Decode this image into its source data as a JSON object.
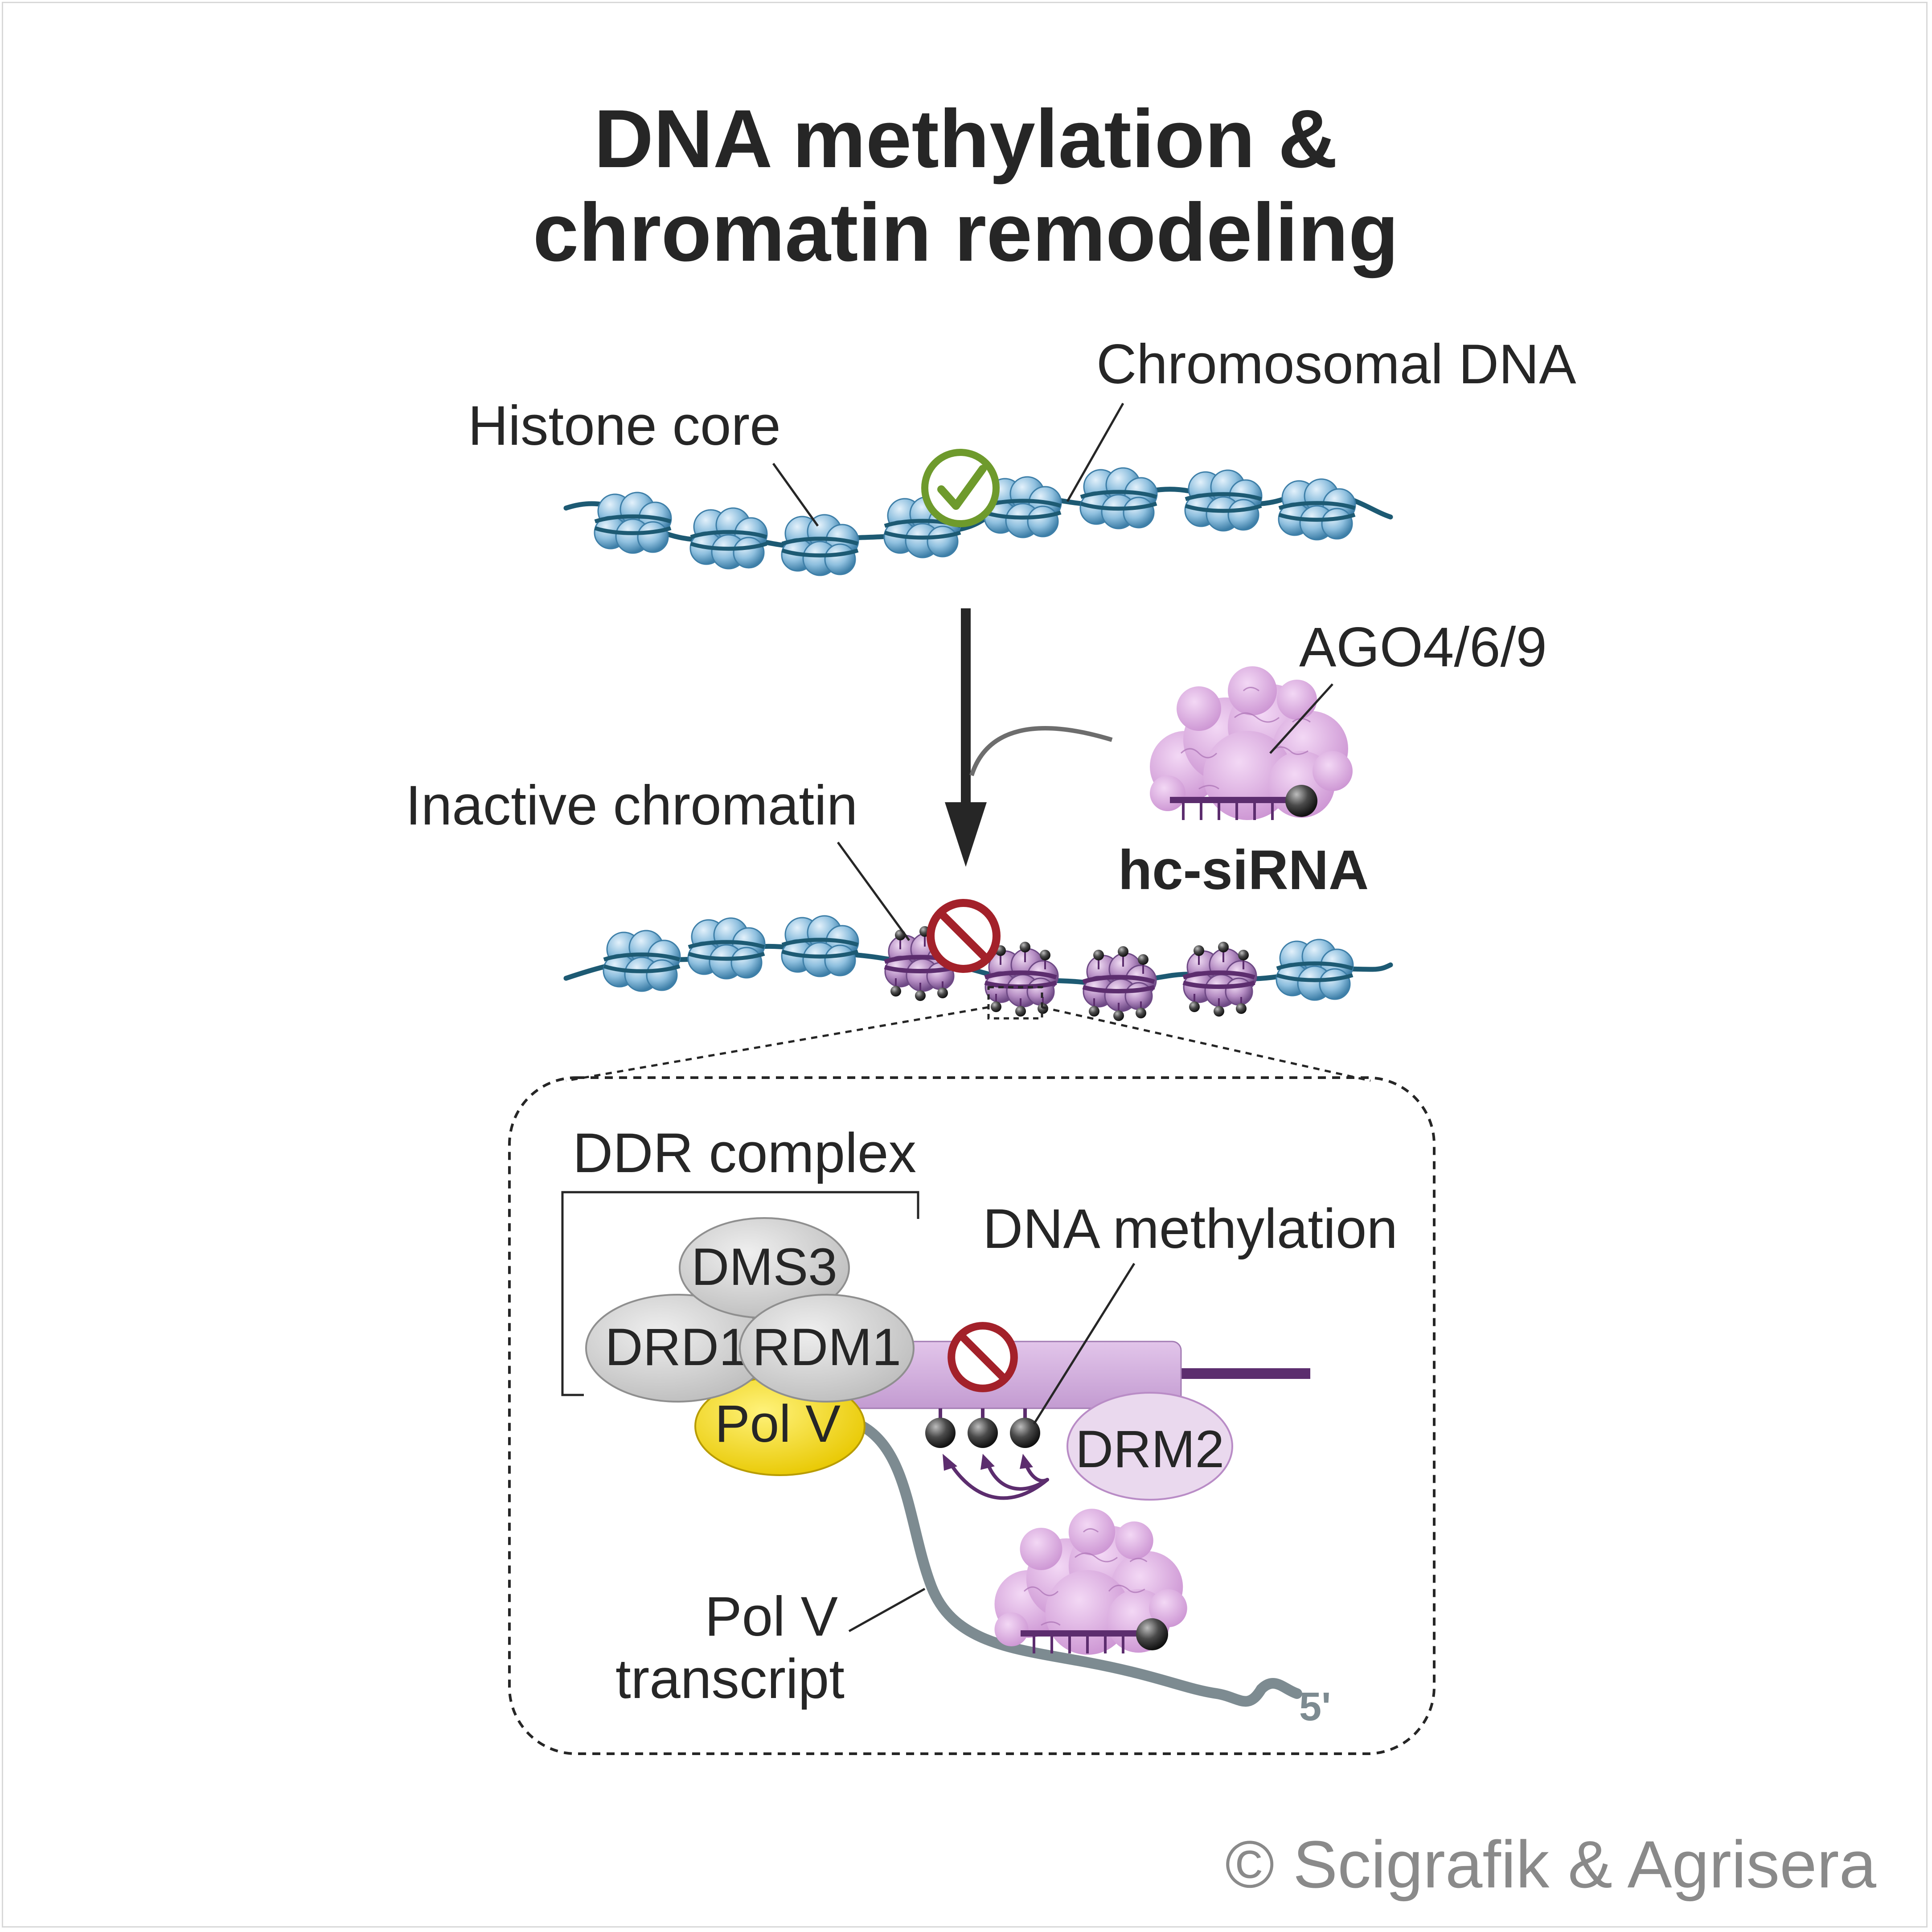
{
  "title": {
    "line1": "DNA methylation &",
    "line2": "chromatin remodeling"
  },
  "labels": {
    "chromosomal_dna": "Chromosomal DNA",
    "histone_core": "Histone core",
    "ago": "AGO4/6/9",
    "inactive_chromatin": "Inactive chromatin",
    "hc_sirna": "hc-siRNA",
    "ddr_complex": "DDR complex",
    "dna_methylation": "DNA methylation",
    "dms3": "DMS3",
    "drd1": "DRD1",
    "rdm1": "RDM1",
    "pol_v": "Pol V",
    "drm2": "DRM2",
    "pol_v_transcript_line1": "Pol V",
    "pol_v_transcript_line2": "transcript",
    "five_prime": "5'"
  },
  "credit": "© Scigrafik & Agrisera",
  "colors": {
    "dna": "#1d5a73",
    "histone": "#7fb4d6",
    "methylated_histone": "#a77fb6",
    "protein_purple": "#d9a6dc",
    "pol_v": "#f5dd00",
    "ddr_grey": "#d6d6d6",
    "drm2": "#ead9ee",
    "transcript": "#7d8b91",
    "check_green": "#6e9a2c",
    "prohibit_red": "#a3212a",
    "sirna": "#5c2d6e"
  },
  "icons": [
    "checkmark-icon",
    "prohibited-icon",
    "methyl-group-icon"
  ]
}
